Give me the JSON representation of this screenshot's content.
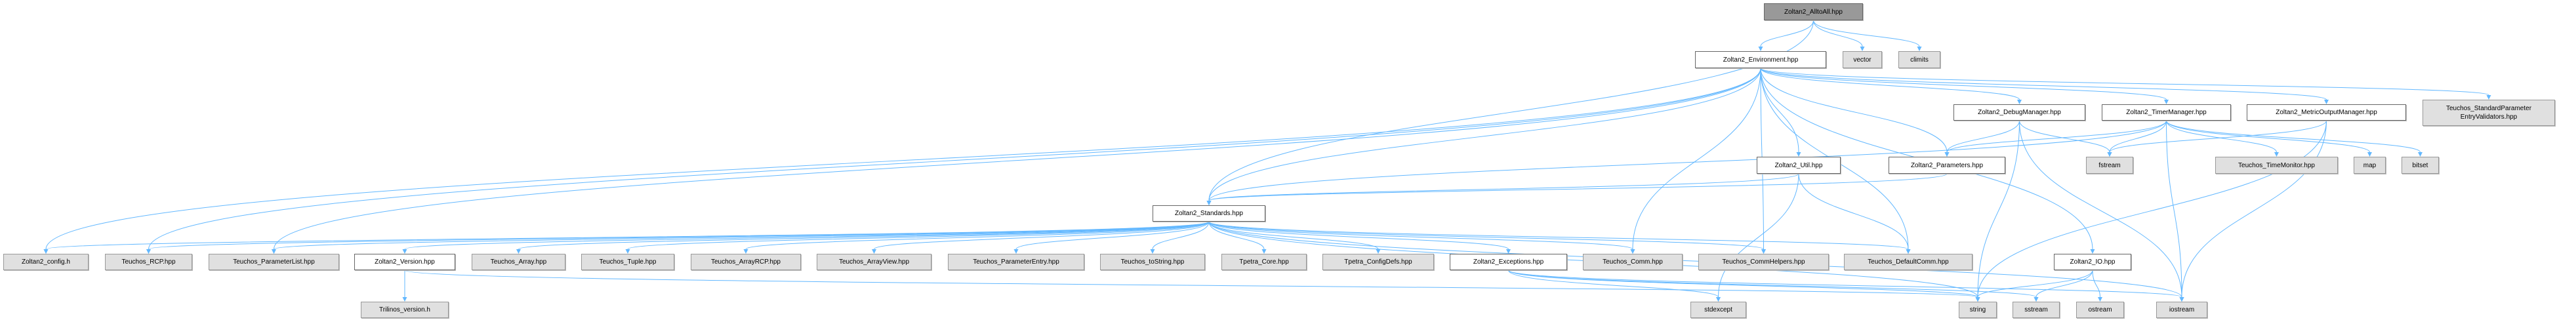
{
  "colors": {
    "edge": "#63b8ff",
    "external_fill": "#e0e0e0",
    "documented_fill": "#ffffff",
    "root_fill": "#999999"
  },
  "nodes": {
    "alltoall": {
      "label": "Zoltan2_AlltoAll.hpp",
      "kind": "root"
    },
    "environment": {
      "label": "Zoltan2_Environment.hpp",
      "kind": "doc"
    },
    "vector": {
      "label": "vector",
      "kind": "ext"
    },
    "climits": {
      "label": "climits",
      "kind": "ext"
    },
    "debugmanager": {
      "label": "Zoltan2_DebugManager.hpp",
      "kind": "doc"
    },
    "timermanager": {
      "label": "Zoltan2_TimerManager.hpp",
      "kind": "doc"
    },
    "metricoutput": {
      "label": "Zoltan2_MetricOutputManager.hpp",
      "kind": "doc"
    },
    "stdparamvalidators": {
      "label": "Teuchos_StandardParameter\nEntryValidators.hpp",
      "kind": "ext"
    },
    "util": {
      "label": "Zoltan2_Util.hpp",
      "kind": "doc"
    },
    "parameters": {
      "label": "Zoltan2_Parameters.hpp",
      "kind": "doc"
    },
    "fstream": {
      "label": "fstream",
      "kind": "ext"
    },
    "timemonitor": {
      "label": "Teuchos_TimeMonitor.hpp",
      "kind": "ext"
    },
    "map": {
      "label": "map",
      "kind": "ext"
    },
    "bitset": {
      "label": "bitset",
      "kind": "ext"
    },
    "standards": {
      "label": "Zoltan2_Standards.hpp",
      "kind": "doc"
    },
    "config": {
      "label": "Zoltan2_config.h",
      "kind": "ext"
    },
    "rcp": {
      "label": "Teuchos_RCP.hpp",
      "kind": "ext"
    },
    "paramlist": {
      "label": "Teuchos_ParameterList.hpp",
      "kind": "ext"
    },
    "version": {
      "label": "Zoltan2_Version.hpp",
      "kind": "doc"
    },
    "array": {
      "label": "Teuchos_Array.hpp",
      "kind": "ext"
    },
    "tuple": {
      "label": "Teuchos_Tuple.hpp",
      "kind": "ext"
    },
    "arrayrcp": {
      "label": "Teuchos_ArrayRCP.hpp",
      "kind": "ext"
    },
    "arrayview": {
      "label": "Teuchos_ArrayView.hpp",
      "kind": "ext"
    },
    "paramentry": {
      "label": "Teuchos_ParameterEntry.hpp",
      "kind": "ext"
    },
    "tostring": {
      "label": "Teuchos_toString.hpp",
      "kind": "ext"
    },
    "tpetracore": {
      "label": "Tpetra_Core.hpp",
      "kind": "ext"
    },
    "tpetraconfig": {
      "label": "Tpetra_ConfigDefs.hpp",
      "kind": "ext"
    },
    "exceptions": {
      "label": "Zoltan2_Exceptions.hpp",
      "kind": "doc"
    },
    "comm": {
      "label": "Teuchos_Comm.hpp",
      "kind": "ext"
    },
    "commhelpers": {
      "label": "Teuchos_CommHelpers.hpp",
      "kind": "ext"
    },
    "defaultcomm": {
      "label": "Teuchos_DefaultComm.hpp",
      "kind": "ext"
    },
    "io": {
      "label": "Zoltan2_IO.hpp",
      "kind": "doc"
    },
    "trilinosversion": {
      "label": "Trilinos_version.h",
      "kind": "ext"
    },
    "stdexcept": {
      "label": "stdexcept",
      "kind": "ext"
    },
    "string": {
      "label": "string",
      "kind": "ext"
    },
    "sstream": {
      "label": "sstream",
      "kind": "ext"
    },
    "ostream": {
      "label": "ostream",
      "kind": "ext"
    },
    "iostream": {
      "label": "iostream",
      "kind": "ext"
    }
  },
  "edges": [
    [
      "alltoall",
      "environment"
    ],
    [
      "alltoall",
      "vector"
    ],
    [
      "alltoall",
      "climits"
    ],
    [
      "alltoall",
      "standards"
    ],
    [
      "environment",
      "config"
    ],
    [
      "environment",
      "standards"
    ],
    [
      "environment",
      "util"
    ],
    [
      "environment",
      "parameters"
    ],
    [
      "environment",
      "debugmanager"
    ],
    [
      "environment",
      "timermanager"
    ],
    [
      "environment",
      "metricoutput"
    ],
    [
      "environment",
      "stdparamvalidators"
    ],
    [
      "environment",
      "io"
    ],
    [
      "environment",
      "rcp"
    ],
    [
      "environment",
      "paramlist"
    ],
    [
      "environment",
      "comm"
    ],
    [
      "environment",
      "commhelpers"
    ],
    [
      "environment",
      "defaultcomm"
    ],
    [
      "debugmanager",
      "parameters"
    ],
    [
      "debugmanager",
      "string"
    ],
    [
      "debugmanager",
      "fstream"
    ],
    [
      "debugmanager",
      "iostream"
    ],
    [
      "timermanager",
      "parameters"
    ],
    [
      "timermanager",
      "standards"
    ],
    [
      "timermanager",
      "fstream"
    ],
    [
      "timermanager",
      "iostream"
    ],
    [
      "timermanager",
      "timemonitor"
    ],
    [
      "timermanager",
      "map"
    ],
    [
      "timermanager",
      "bitset"
    ],
    [
      "metricoutput",
      "fstream"
    ],
    [
      "metricoutput",
      "string"
    ],
    [
      "metricoutput",
      "iostream"
    ],
    [
      "util",
      "standards"
    ],
    [
      "util",
      "defaultcomm"
    ],
    [
      "util",
      "stdexcept"
    ],
    [
      "parameters",
      "standards"
    ],
    [
      "standards",
      "config"
    ],
    [
      "standards",
      "rcp"
    ],
    [
      "standards",
      "paramlist"
    ],
    [
      "standards",
      "version"
    ],
    [
      "standards",
      "array"
    ],
    [
      "standards",
      "tuple"
    ],
    [
      "standards",
      "arrayrcp"
    ],
    [
      "standards",
      "arrayview"
    ],
    [
      "standards",
      "paramentry"
    ],
    [
      "standards",
      "tostring"
    ],
    [
      "standards",
      "tpetracore"
    ],
    [
      "standards",
      "tpetraconfig"
    ],
    [
      "standards",
      "exceptions"
    ],
    [
      "standards",
      "comm"
    ],
    [
      "standards",
      "commhelpers"
    ],
    [
      "standards",
      "defaultcomm"
    ],
    [
      "standards",
      "iostream"
    ],
    [
      "standards",
      "string"
    ],
    [
      "version",
      "trilinosversion"
    ],
    [
      "version",
      "string"
    ],
    [
      "exceptions",
      "stdexcept"
    ],
    [
      "exceptions",
      "string"
    ],
    [
      "exceptions",
      "sstream"
    ],
    [
      "exceptions",
      "iostream"
    ],
    [
      "io",
      "string"
    ],
    [
      "io",
      "sstream"
    ],
    [
      "io",
      "ostream"
    ]
  ]
}
